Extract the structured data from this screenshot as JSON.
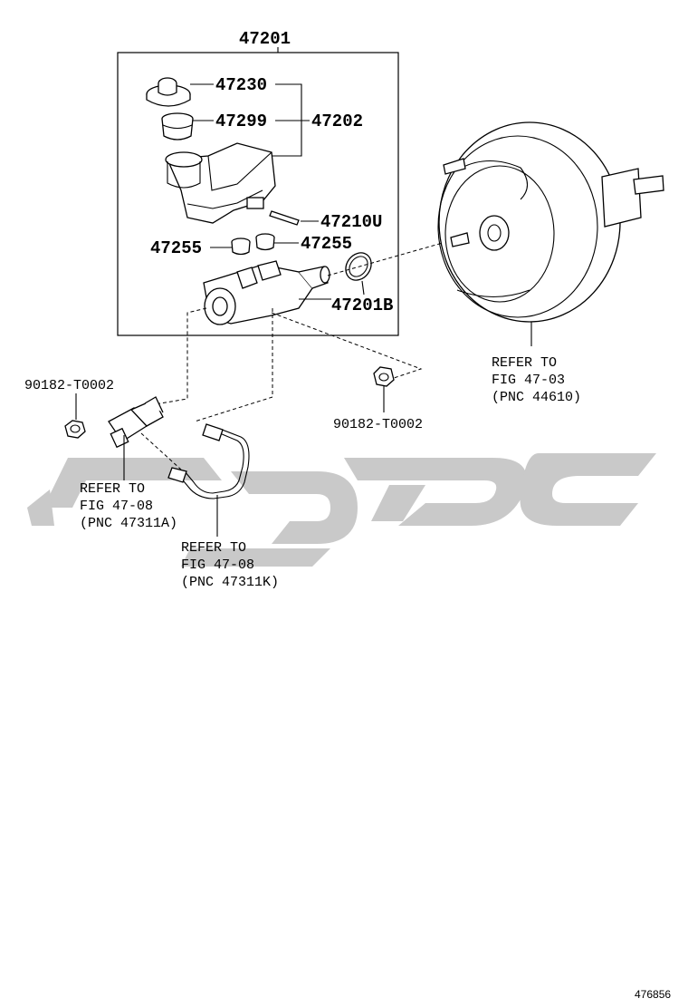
{
  "callouts": {
    "assembly": "47201",
    "cap": "47230",
    "strainer": "47299",
    "reservoir_set": "47202",
    "pin": "47210U",
    "grommet_left": "47255",
    "grommet_right": "47255",
    "o_ring": "47201B",
    "nut_left": "90182-T0002",
    "nut_right": "90182-T0002"
  },
  "references": {
    "booster": [
      "REFER TO",
      "FIG 47-03",
      "(PNC 44610)"
    ],
    "bracket": [
      "REFER TO",
      "FIG 47-08",
      "(PNC 47311A)"
    ],
    "tube": [
      "REFER TO",
      "FIG 47-08",
      "(PNC 47311K)"
    ]
  },
  "diagram_id": "476856",
  "colors": {
    "watermark": "#c9c9c9",
    "line": "#000000"
  }
}
